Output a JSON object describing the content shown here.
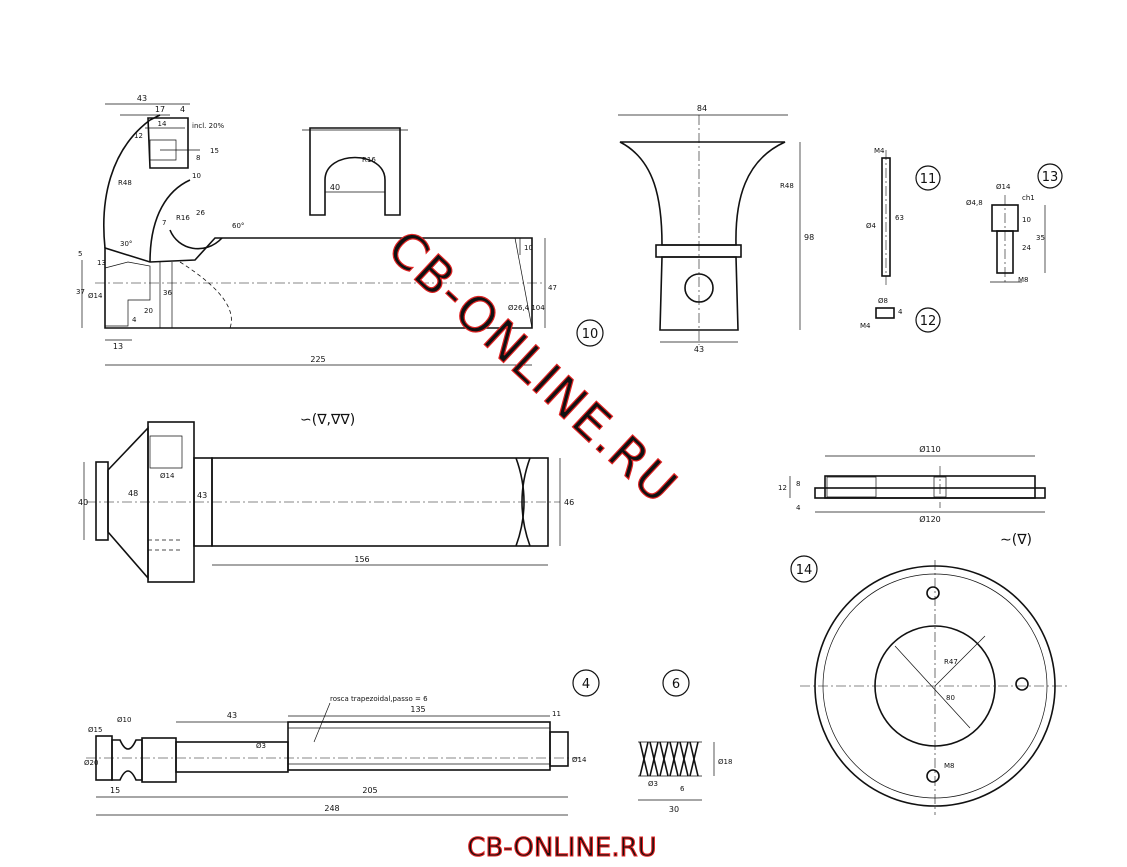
{
  "part_10": {
    "number": "10",
    "dims": [
      "43",
      "17",
      "4",
      "14",
      "12",
      "incl. 20%",
      "15",
      "8",
      "10",
      "R48",
      "R16",
      "26",
      "7",
      "60°",
      "30°",
      "5",
      "13",
      "37",
      "Ø14",
      "20",
      "36",
      "4",
      "13",
      "225",
      "10",
      "47",
      "Ø26,4 104"
    ],
    "section": {
      "width": "40",
      "radius": "R16"
    }
  },
  "part_11": {
    "number": "11",
    "dims": [
      "M4",
      "Ø4",
      "63"
    ]
  },
  "part_12": {
    "number": "12",
    "dims": [
      "Ø8",
      "M4",
      "4"
    ]
  },
  "part_13": {
    "number": "13",
    "dims": [
      "Ø14",
      "Ø4,8",
      "ch1",
      "10",
      "24",
      "35",
      "M8"
    ]
  },
  "part_base": {
    "dims": [
      "84",
      "R48",
      "98",
      "43"
    ]
  },
  "part_shaft": {
    "dims": [
      "40",
      "48",
      "Ø14",
      "43",
      "156",
      "46"
    ]
  },
  "finish_note": "∽(∇,∇∇)",
  "part_14": {
    "number": "14",
    "dims": [
      "Ø110",
      "12",
      "8",
      "4",
      "Ø120",
      "R47",
      "80",
      "M8"
    ],
    "finish_note": "∼(∇)"
  },
  "part_4": {
    "number": "4",
    "dims": [
      "Ø20",
      "Ø15",
      "Ø10",
      "43",
      "Ø3",
      "135",
      "11",
      "Ø14",
      "15",
      "205",
      "248"
    ],
    "thread_note": "rosca trapezoidal,passo = 6"
  },
  "part_6": {
    "number": "6",
    "dims": [
      "Ø18",
      "Ø3",
      "6",
      "30"
    ]
  },
  "watermark": {
    "diagonal": "CB-ONLINE.RU",
    "footer": "CB-ONLINE.RU"
  }
}
